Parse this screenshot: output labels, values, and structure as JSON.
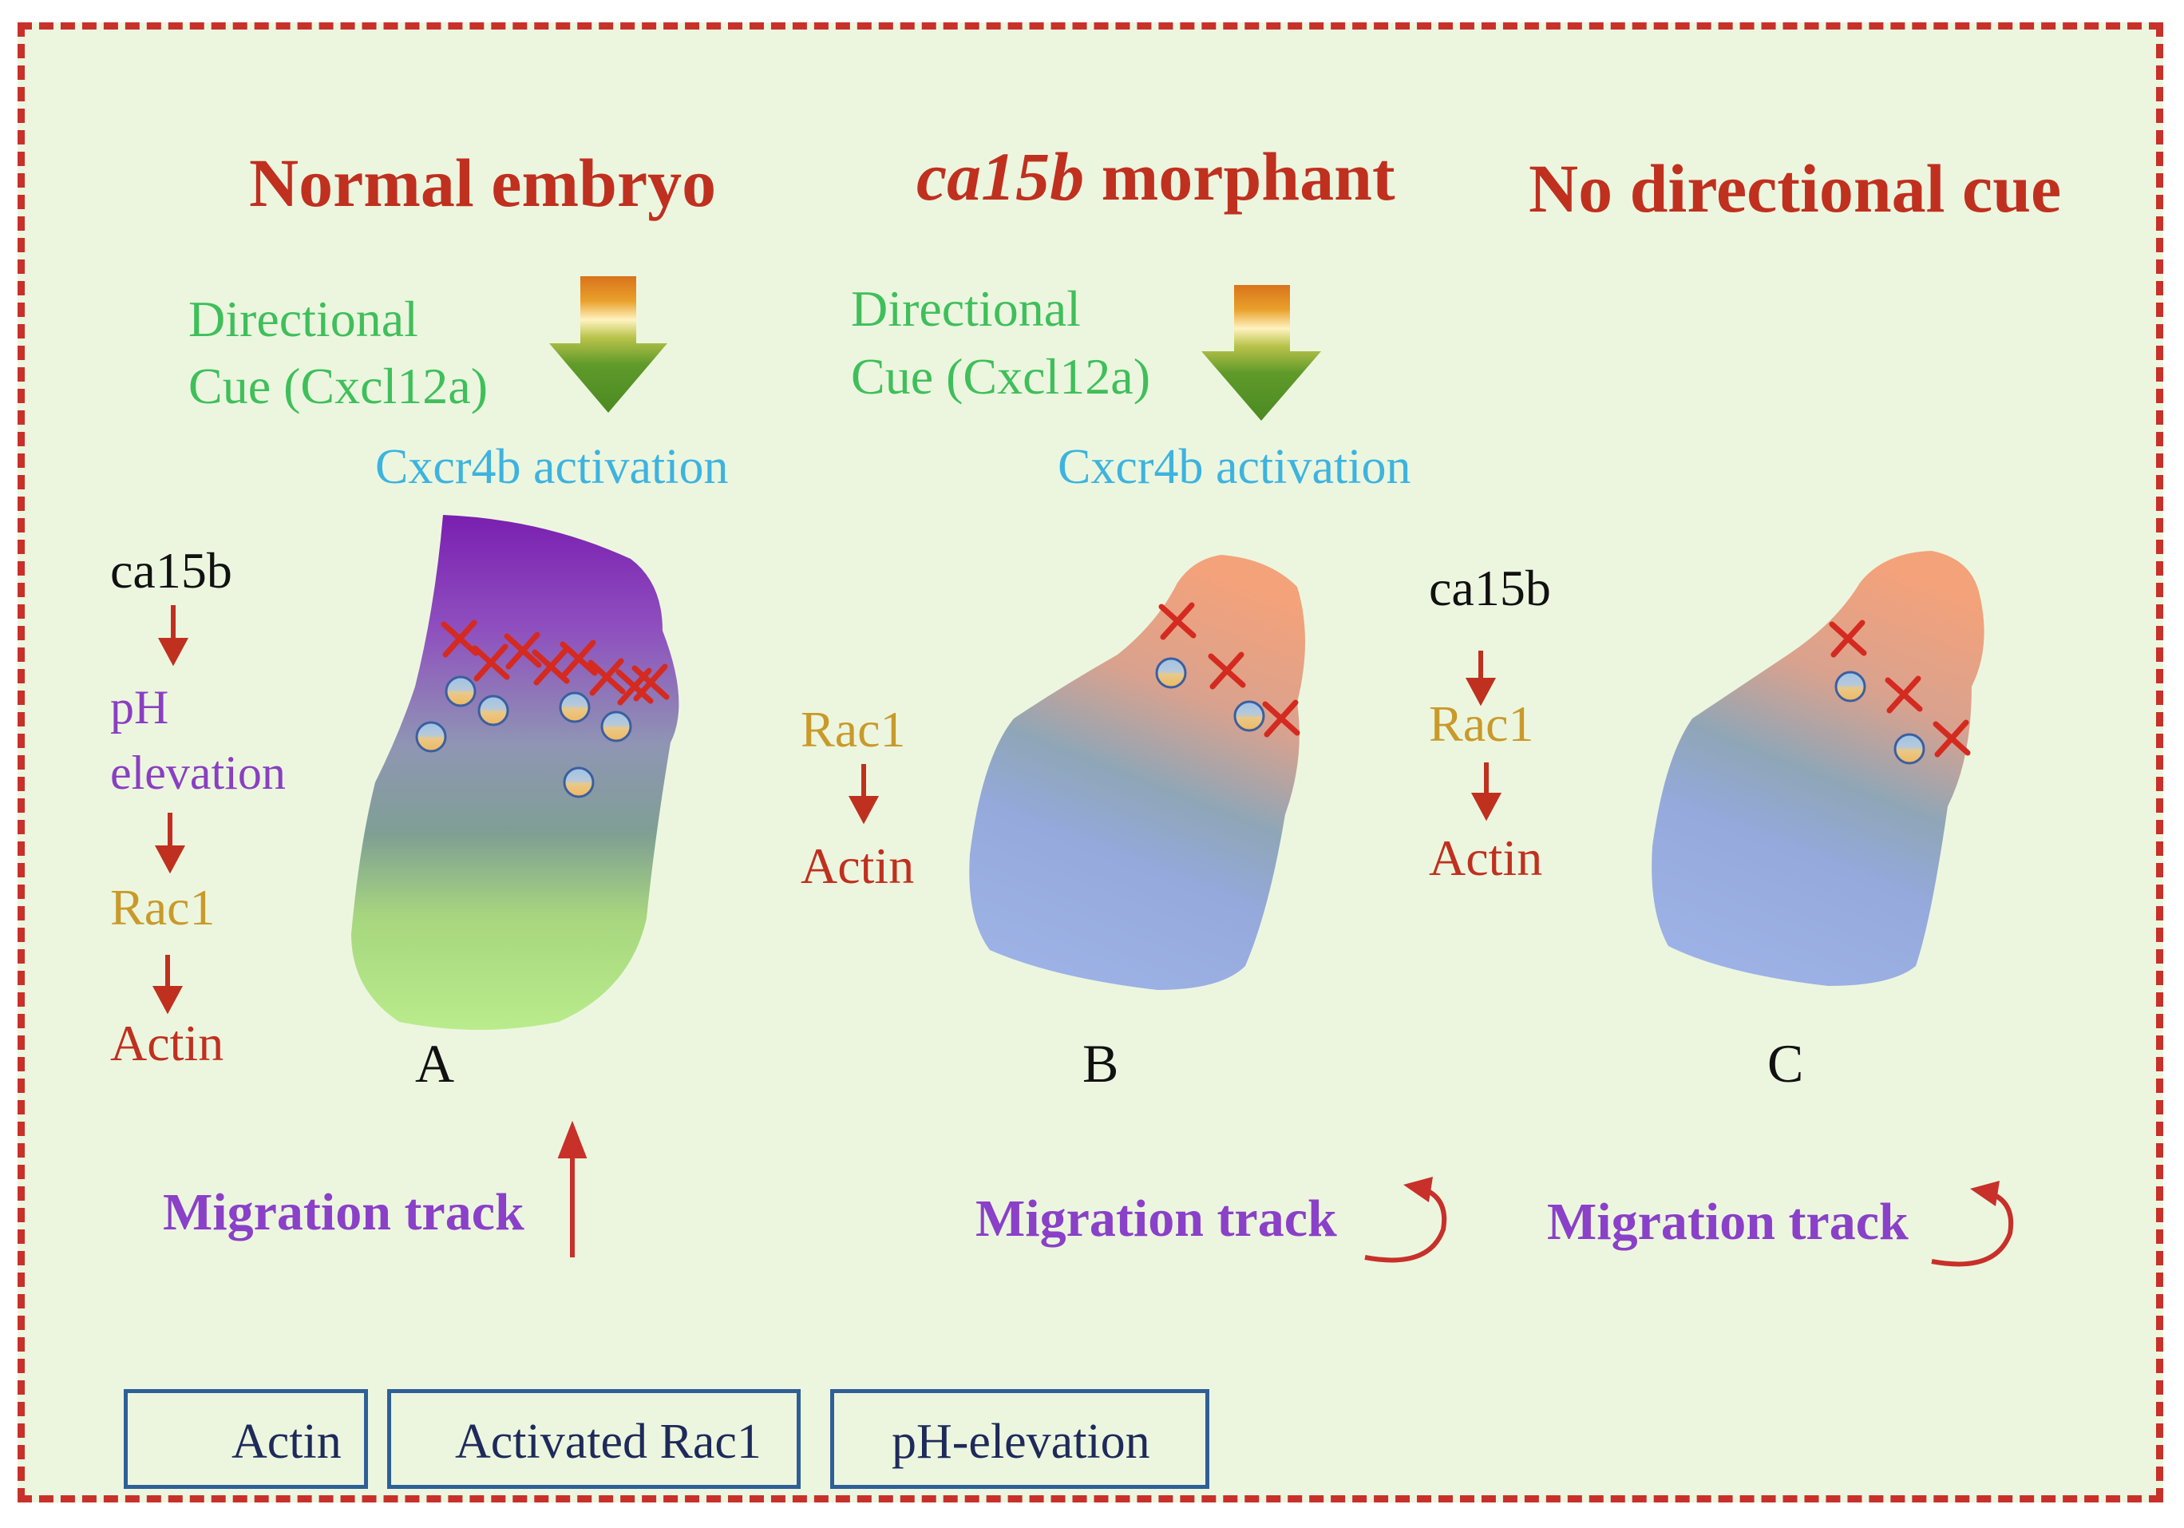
{
  "titles": {
    "normal": "Normal embryo",
    "morphant_italic": "ca15b",
    "morphant_rest": " morphant",
    "no_cue": "No directional cue"
  },
  "cue": {
    "line1": "Directional",
    "line2": "Cue (Cxcl12a)",
    "activation": "Cxcr4b activation"
  },
  "pathway_a": {
    "gene": "ca15b",
    "ph_line1": "pH",
    "ph_line2": "elevation",
    "rac": "Rac1",
    "actin": "Actin"
  },
  "pathway_b": {
    "rac": "Rac1",
    "actin": "Actin"
  },
  "pathway_c": {
    "gene": "ca15b",
    "rac": "Rac1",
    "actin": "Actin"
  },
  "panels": [
    "A",
    "B",
    "C"
  ],
  "migration_label": "Migration track",
  "legend": {
    "actin": "Actin",
    "rac": "Activated  Rac1",
    "ph": "pH-elevation"
  },
  "colors": {
    "title_red": "#c0301f",
    "cue_green": "#3fbf5a",
    "activation_blue": "#3db3df",
    "ph_purple": "#6a1fa8",
    "rac_gold": "#c99a2a",
    "migration_purple": "#8a40c8"
  }
}
